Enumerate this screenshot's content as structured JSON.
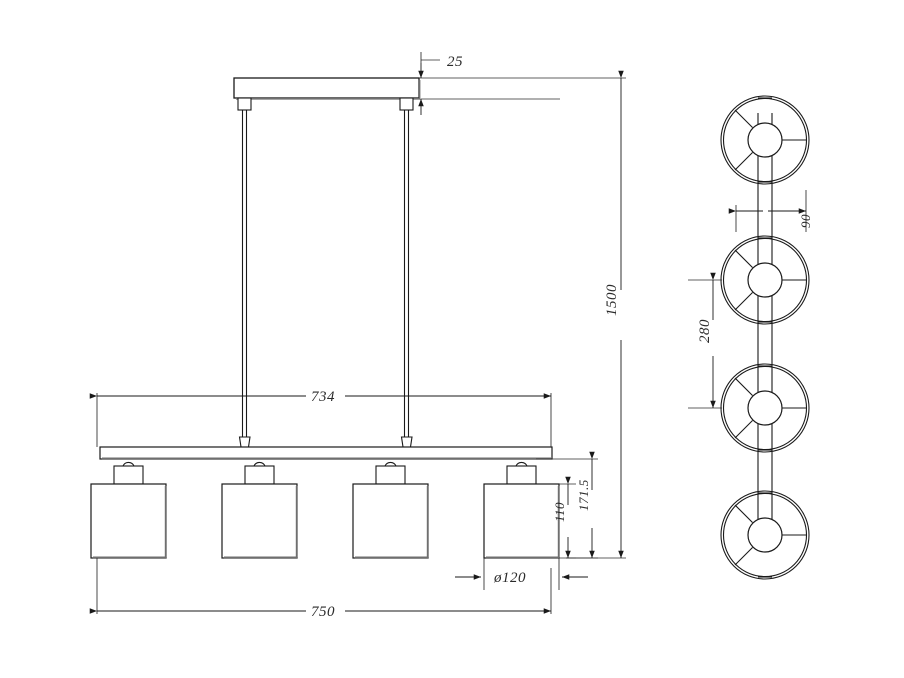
{
  "drawing": {
    "title": "Pendant light technical drawing",
    "views": [
      {
        "name": "front-elevation",
        "label": ""
      },
      {
        "name": "top-plan",
        "label": ""
      }
    ],
    "line_color": "#1a1a1a",
    "dim_color": "#2b2b2b",
    "background": "#ffffff"
  },
  "dimensions": {
    "canopy_height": "25",
    "total_drop": "1500",
    "rod_span": "734",
    "overall_length": "750",
    "shade_height": "110",
    "socket_to_bottom": "171.5",
    "shade_diameter": "ø120",
    "bar_width": "90",
    "shade_spacing": "280"
  },
  "product": {
    "shade_count": "4",
    "plan_shade_count": "4"
  }
}
